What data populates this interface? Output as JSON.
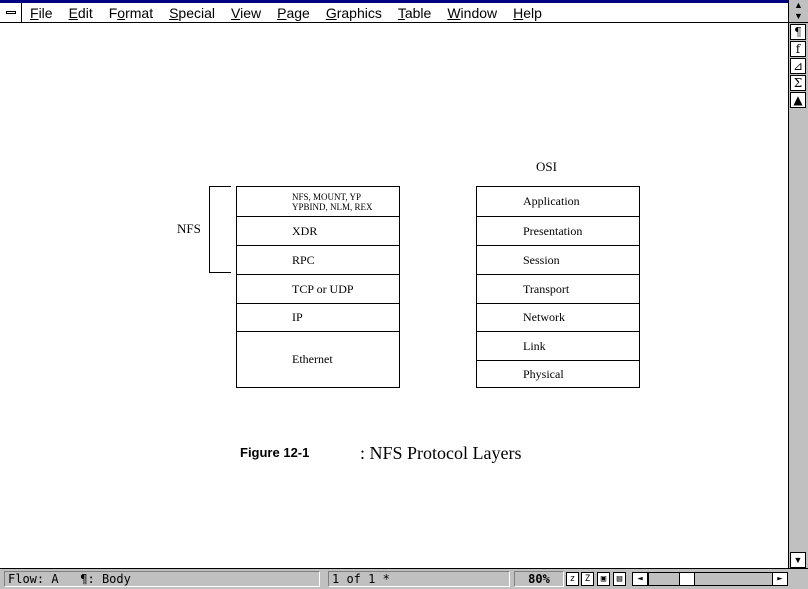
{
  "menubar": {
    "items": [
      {
        "pre": "",
        "u": "F",
        "post": "ile"
      },
      {
        "pre": "",
        "u": "E",
        "post": "dit"
      },
      {
        "pre": "F",
        "u": "o",
        "post": "rmat"
      },
      {
        "pre": "",
        "u": "S",
        "post": "pecial"
      },
      {
        "pre": "",
        "u": "V",
        "post": "iew"
      },
      {
        "pre": "",
        "u": "P",
        "post": "age"
      },
      {
        "pre": "",
        "u": "G",
        "post": "raphics"
      },
      {
        "pre": "",
        "u": "T",
        "post": "able"
      },
      {
        "pre": "",
        "u": "W",
        "post": "indow"
      },
      {
        "pre": "",
        "u": "H",
        "post": "elp"
      }
    ]
  },
  "tools": [
    "¶",
    "f",
    "⊿",
    "Σ",
    "▲"
  ],
  "figure": {
    "nfs_label": "NFS",
    "osi_label": "OSI",
    "nfs_stack": [
      {
        "line1": "NFS, MOUNT, YP",
        "line2": "YPBIND, NLM, REX"
      },
      {
        "line1": "XDR"
      },
      {
        "line1": "RPC"
      },
      {
        "line1": "TCP or UDP"
      },
      {
        "line1": "IP"
      },
      {
        "line1": "Ethernet"
      }
    ],
    "osi_stack": [
      "Application",
      "Presentation",
      "Session",
      "Transport",
      "Network",
      "Link",
      "Physical"
    ],
    "caption_number": "Figure 12-1",
    "caption_text": ": NFS Protocol Layers"
  },
  "status": {
    "flow": "Flow: A",
    "style": "¶: Body",
    "page": "1 of 1 *",
    "zoom": "80%",
    "zoom_buttons": [
      "z",
      "Z",
      "▣",
      "▤"
    ]
  }
}
